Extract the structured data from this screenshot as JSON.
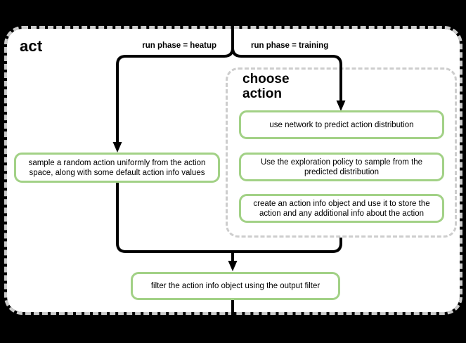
{
  "colors": {
    "background": "#000000",
    "panel": "#ffffff",
    "dashed_border": "#cccccc",
    "node_border": "#a2d186",
    "connector": "#000000",
    "text": "#000000"
  },
  "diagram": {
    "title": "act",
    "branches": {
      "heatup_label": "run phase = heatup",
      "training_label": "run phase = training"
    },
    "group": {
      "title": "choose action"
    },
    "nodes": {
      "sample_random": "sample a random action uniformly from the action space, along with some default action info values",
      "predict_distribution": "use network to predict action distribution",
      "exploration_sample": "Use the exploration policy to sample from the predicted distribution",
      "create_action_info": "create an action info object and use it to store the action and any additional info about the action",
      "filter_output": "filter the action info object using the output filter"
    }
  }
}
